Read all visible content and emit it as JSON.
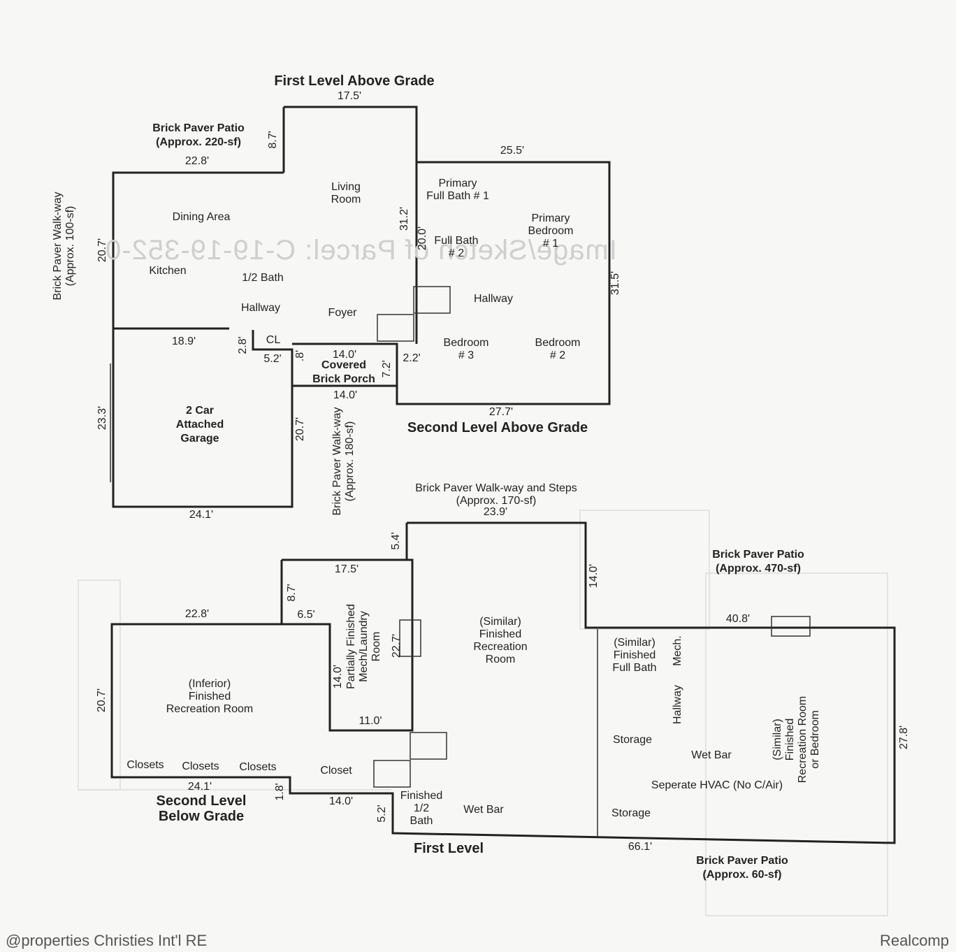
{
  "watermark": "Image/Sketch of Parcel: C-19-19-352-0",
  "footer": {
    "left": "@properties Christies Int'l RE",
    "right": "Realcomp"
  },
  "titles": {
    "first_above": "First Level Above Grade",
    "second_above": "Second Level Above Grade",
    "second_below": "Second Level\nBelow Grade",
    "first_level": "First Level"
  },
  "areas": {
    "patio_220": "Brick Paver Patio\n(Approx. 220-sf)",
    "walk_100": "Brick Paver Walk-way\n(Approx. 100-sf)",
    "walk_180": "Brick Paver Walk-way\n(Approx. 180-sf)",
    "walk_170": "Brick Paver Walk-way and Steps\n(Approx. 170-sf)",
    "patio_470": "Brick Paver Patio\n(Approx. 470-sf)",
    "patio_60": "Brick Paver Patio\n(Approx. 60-sf)"
  },
  "rooms": {
    "living": "Living\nRoom",
    "dining": "Dining Area",
    "kitchen": "Kitchen",
    "half_bath": "1/2 Bath",
    "hallway1": "Hallway",
    "foyer": "Foyer",
    "cl": "CL",
    "porch": "Covered\nBrick Porch",
    "garage": "2 Car\nAttached\nGarage",
    "primary_bath": "Primary\nFull Bath # 1",
    "full_bath2": "Full Bath\n# 2",
    "primary_bed": "Primary\nBedroom\n# 1",
    "hallway2": "Hallway",
    "bed3": "Bedroom\n# 3",
    "bed2": "Bedroom\n# 2",
    "rec_similar": "(Similar)\nFinished\nRecreation\nRoom",
    "mech_laundry": "Partially Finished\nMech/Laundry\nRoom",
    "rec_inferior": "(Inferior)\nFinished\nRecreation Room",
    "closets1": "Closets",
    "closets2": "Closets",
    "closets3": "Closets",
    "closet": "Closet",
    "half_bath_fin": "Finished\n1/2\nBath",
    "wet_bar1": "Wet Bar",
    "full_bath_sim": "(Similar)\nFinished\nFull Bath",
    "mech": "Mech.",
    "hallway3": "Hallway",
    "storage1": "Storage",
    "wet_bar2": "Wet Bar",
    "hvac": "Seperate HVAC (No C/Air)",
    "storage2": "Storage",
    "rec_room_bed": "(Similar)\nFinished\nRecreation Room\nor Bedroom"
  },
  "dims": {
    "d175a": "17.5'",
    "d87a": "8.7'",
    "d228a": "22.8'",
    "d255": "25.5'",
    "d312": "31.2'",
    "d200": "20.0'",
    "d315": "31.5'",
    "d207a": "20.7'",
    "d189": "18.9'",
    "d28": "2.8'",
    "d52": "5.2'",
    "d8": ".8'",
    "d140a": "14.0'",
    "d22": "2.2'",
    "d72": "7.2'",
    "d140b": "14.0'",
    "d277": "27.7'",
    "d233": "23.3'",
    "d207b": "20.7'",
    "d241a": "24.1'",
    "d239": "23.9'",
    "d54": "5.4'",
    "d140c": "14.0'",
    "d175b": "17.5'",
    "d87b": "8.7'",
    "d65": "6.5'",
    "d228b": "22.8'",
    "d227": "22.7'",
    "d140d": "14.0'",
    "d110": "11.0'",
    "d207c": "20.7'",
    "d408": "40.8'",
    "d278": "27.8'",
    "d241b": "24.1'",
    "d18": "1.8'",
    "d140e": "14.0'",
    "d52b": "5.2'",
    "d661": "66.1'"
  }
}
